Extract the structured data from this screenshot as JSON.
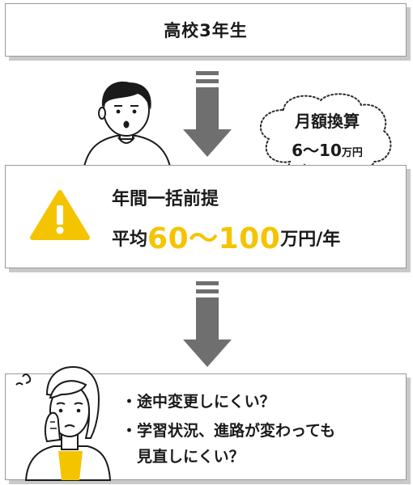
{
  "top_box": {
    "title": "高校3年生"
  },
  "bubble": {
    "line1": "月額換算",
    "range": "6～10",
    "unit": "万円"
  },
  "middle_box": {
    "line1": "年間一括前提",
    "line2_prefix": "平均",
    "line2_range": "60～100",
    "line2_suffix": "万円/年"
  },
  "bottom_box": {
    "items": [
      {
        "text": "・途中変更しにくい？"
      },
      {
        "text": "・学習状況、進路が変わっても"
      },
      {
        "text": "　見直しにくい？"
      }
    ]
  },
  "colors": {
    "accent_yellow": "#f5c400",
    "arrow_gray": "#6f6f6f",
    "border_gray": "#9a9a9a"
  },
  "icons": [
    "down-arrow-icon",
    "warning-icon",
    "man-illustration",
    "worried-woman-illustration",
    "speech-bubble"
  ]
}
